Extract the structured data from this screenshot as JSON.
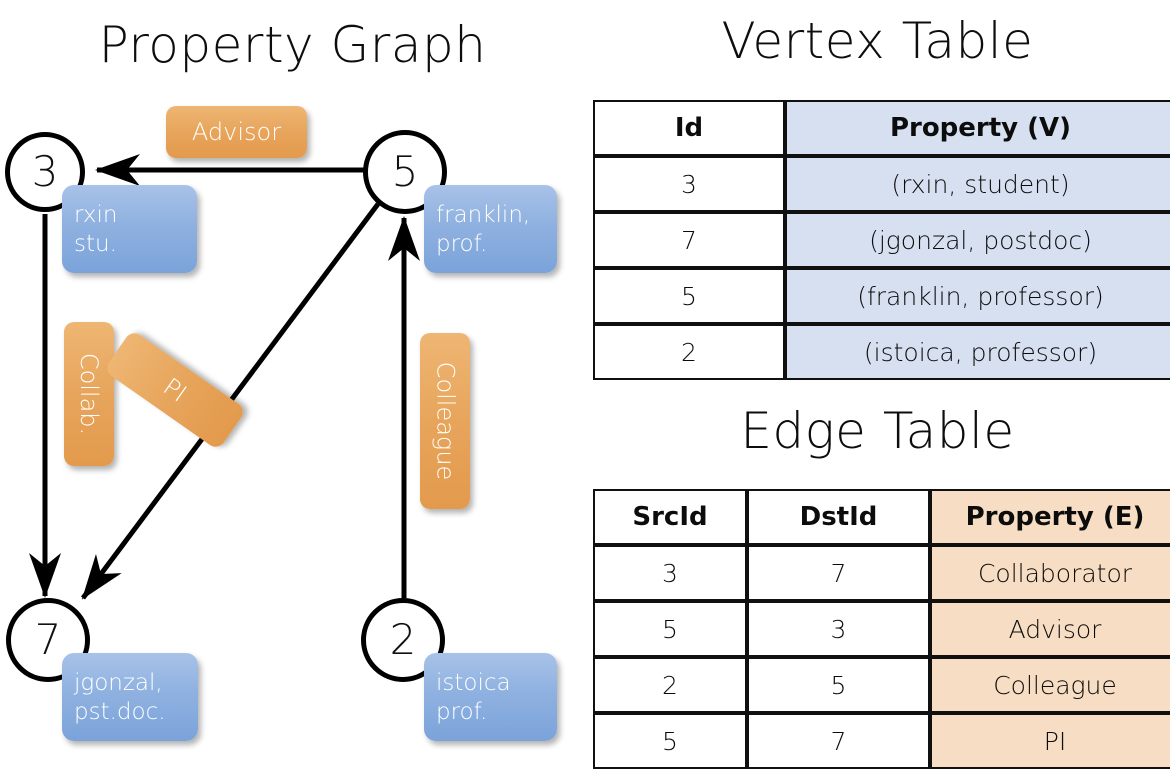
{
  "titles": {
    "property_graph": "Property Graph",
    "vertex_table": "Vertex Table",
    "edge_table": "Edge Table"
  },
  "colors": {
    "vertex_property_fill": "#d6e0f1",
    "edge_property_fill": "#f6ddc3",
    "node_box_blue": "#8fb1e0",
    "edge_label_orange": "#e7a55c",
    "stroke": "#000000"
  },
  "graph": {
    "nodes": [
      {
        "id": "3",
        "label": "3",
        "property_line1": "rxin",
        "property_line2": "stu."
      },
      {
        "id": "5",
        "label": "5",
        "property_line1": "franklin,",
        "property_line2": "prof."
      },
      {
        "id": "7",
        "label": "7",
        "property_line1": "jgonzal,",
        "property_line2": "pst.doc."
      },
      {
        "id": "2",
        "label": "2",
        "property_line1": "istoica",
        "property_line2": "prof."
      }
    ],
    "edges": [
      {
        "src": "5",
        "dst": "3",
        "label": "Advisor"
      },
      {
        "src": "3",
        "dst": "7",
        "label": "Collab."
      },
      {
        "src": "5",
        "dst": "7",
        "label": "PI"
      },
      {
        "src": "2",
        "dst": "5",
        "label": "Colleague"
      }
    ]
  },
  "vertex_table": {
    "headers": [
      "Id",
      "Property (V)"
    ],
    "rows": [
      {
        "id": "3",
        "property": "(rxin, student)"
      },
      {
        "id": "7",
        "property": "(jgonzal, postdoc)"
      },
      {
        "id": "5",
        "property": "(franklin, professor)"
      },
      {
        "id": "2",
        "property": "(istoica, professor)"
      }
    ]
  },
  "edge_table": {
    "headers": [
      "SrcId",
      "DstId",
      "Property (E)"
    ],
    "rows": [
      {
        "src": "3",
        "dst": "7",
        "property": "Collaborator"
      },
      {
        "src": "5",
        "dst": "3",
        "property": "Advisor"
      },
      {
        "src": "2",
        "dst": "5",
        "property": "Colleague"
      },
      {
        "src": "5",
        "dst": "7",
        "property": "PI"
      }
    ]
  }
}
